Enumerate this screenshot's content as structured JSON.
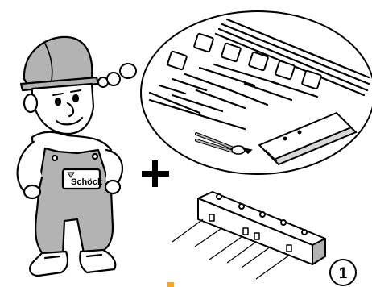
{
  "logo": {
    "brand_text": "Schöck"
  },
  "step": {
    "number": "1"
  },
  "colors": {
    "accent": "#f5a623",
    "line": "#000000",
    "shade": "#b3b3b3"
  },
  "icons": [
    "worker-figure",
    "thought-bubble",
    "plus-icon",
    "pliers-icon",
    "instruction-booklet-icon",
    "rebar-spacer-strip"
  ]
}
